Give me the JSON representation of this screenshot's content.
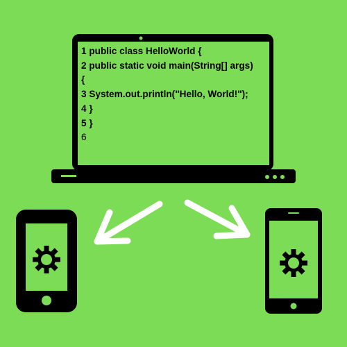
{
  "colors": {
    "background": "#7ddc55",
    "screen": "#7ddc55",
    "device": "#000000",
    "arrow": "#ffffff"
  },
  "laptop": {
    "code_lines": [
      "1 public class HelloWorld {",
      "2 public static void main(String[] args)",
      "{",
      "3 System.out.println(\"Hello, World!\");",
      "4 }",
      "5 }",
      "6"
    ]
  },
  "icons": {
    "left_phone": "gear-icon",
    "right_phone": "gear-icon",
    "arrows": [
      "arrow-left-down",
      "arrow-right-down"
    ]
  }
}
